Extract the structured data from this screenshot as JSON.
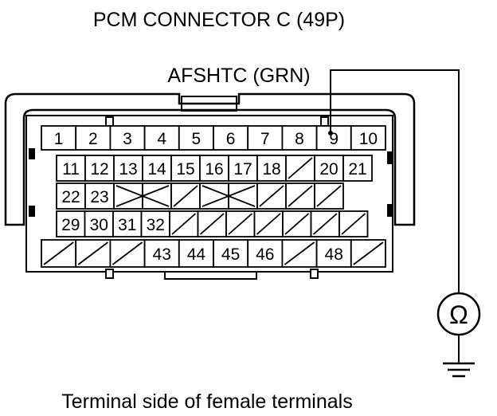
{
  "title": "PCM CONNECTOR C (49P)",
  "wire_label": "AFSHTC (GRN)",
  "caption": "Terminal side of female terminals",
  "meter_symbol": "Ω",
  "meter_icon": "ohmmeter-icon",
  "ground_icon": "ground-icon",
  "probed_terminal": "9",
  "rows": [
    [
      {
        "t": "1"
      },
      {
        "t": "2"
      },
      {
        "t": "3"
      },
      {
        "t": "4"
      },
      {
        "t": "5"
      },
      {
        "t": "6"
      },
      {
        "t": "7"
      },
      {
        "t": "8"
      },
      {
        "t": "9"
      },
      {
        "t": "10"
      }
    ],
    [
      {
        "t": "11"
      },
      {
        "t": "12"
      },
      {
        "t": "13"
      },
      {
        "t": "14"
      },
      {
        "t": "15"
      },
      {
        "t": "16"
      },
      {
        "t": "17"
      },
      {
        "t": "18"
      },
      {
        "t": ""
      },
      {
        "t": "20"
      },
      {
        "t": "21"
      }
    ],
    [
      {
        "t": "22"
      },
      {
        "t": "23"
      },
      {
        "t": ""
      },
      {
        "t": ""
      },
      {
        "t": ""
      },
      {
        "t": ""
      },
      {
        "t": ""
      },
      {
        "t": ""
      },
      {
        "t": ""
      },
      {
        "t": ""
      }
    ],
    [
      {
        "t": "29"
      },
      {
        "t": "30"
      },
      {
        "t": "31"
      },
      {
        "t": "32"
      },
      {
        "t": ""
      },
      {
        "t": ""
      },
      {
        "t": ""
      },
      {
        "t": ""
      },
      {
        "t": ""
      },
      {
        "t": ""
      },
      {
        "t": ""
      }
    ],
    [
      {
        "t": ""
      },
      {
        "t": ""
      },
      {
        "t": ""
      },
      {
        "t": "43"
      },
      {
        "t": "44"
      },
      {
        "t": "45"
      },
      {
        "t": "46"
      },
      {
        "t": ""
      },
      {
        "t": "48"
      },
      {
        "t": ""
      }
    ]
  ]
}
